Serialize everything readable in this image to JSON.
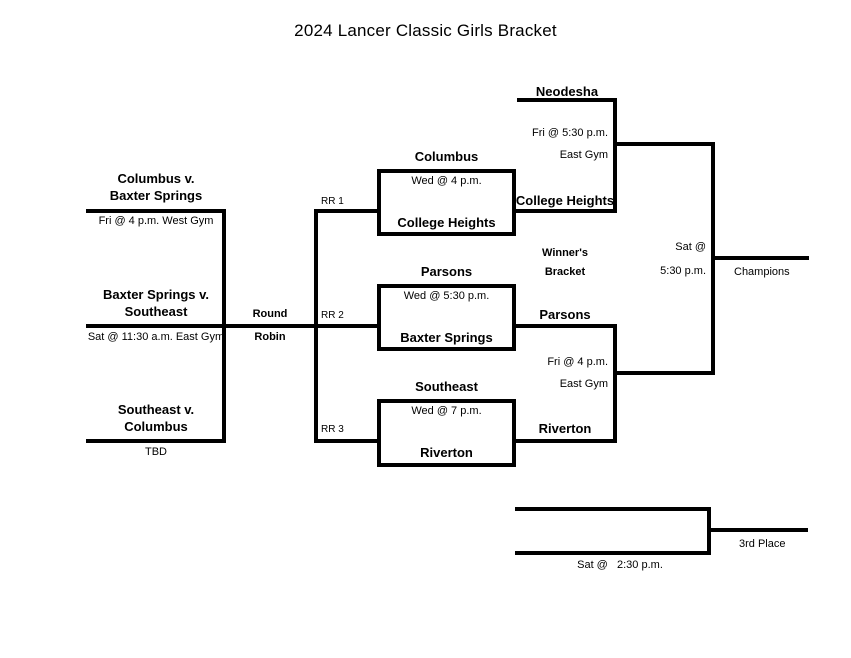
{
  "title": "2024 Lancer Classic Girls Bracket",
  "colors": {
    "line": "#000000",
    "background": "#ffffff",
    "text": "#000000"
  },
  "left_bracket": {
    "label_line1": "Round",
    "label_line2": "Robin",
    "matchups": [
      {
        "name": "Columbus v.\nBaxter Springs",
        "detail": "Fri @ 4 p.m. West Gym"
      },
      {
        "name": "Baxter Springs v.\nSoutheast",
        "detail": "Sat @ 11:30 a.m. East Gym"
      },
      {
        "name": "Southeast v.\nColumbus",
        "detail": "TBD"
      }
    ]
  },
  "round_robin_games": [
    {
      "slot": "RR 1",
      "top_team": "Columbus",
      "time": "Wed @ 4 p.m.",
      "bottom_team": "College Heights"
    },
    {
      "slot": "RR 2",
      "top_team": "Parsons",
      "time": "Wed @ 5:30 p.m.",
      "bottom_team": "Baxter Springs"
    },
    {
      "slot": "RR 3",
      "top_team": "Southeast",
      "time": "Wed @ 7 p.m.",
      "bottom_team": "Riverton"
    }
  ],
  "winners_bracket": {
    "label": "Winner's\nBracket",
    "semifinals": [
      {
        "top_team": "Neodesha",
        "bottom_team": "College Heights",
        "time": "Fri @ 5:30 p.m.",
        "venue": "East Gym"
      },
      {
        "top_team": "Parsons",
        "bottom_team": "Riverton",
        "time": "Fri @ 4 p.m.",
        "venue": "East Gym"
      }
    ],
    "final": {
      "day": "Sat @",
      "time": "5:30 p.m.",
      "label": "Champions"
    }
  },
  "third_place": {
    "label": "3rd Place",
    "time": "Sat @   2:30 p.m."
  }
}
